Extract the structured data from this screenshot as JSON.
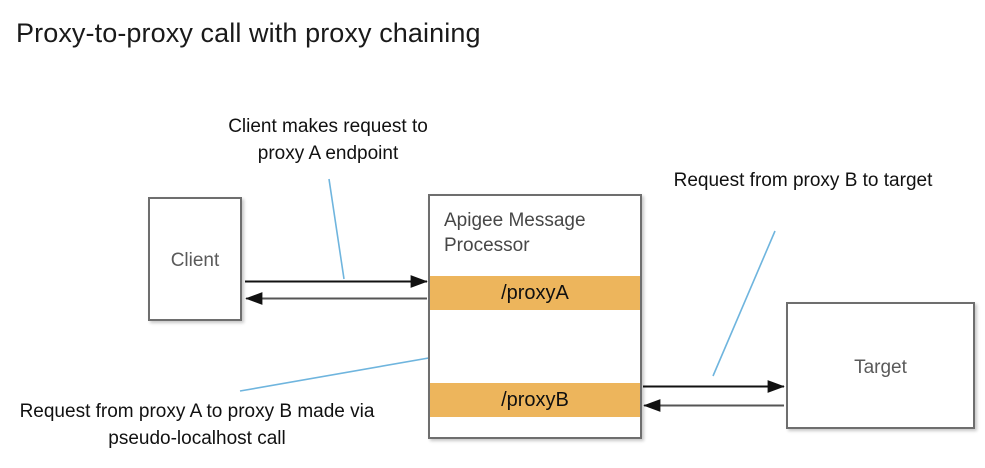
{
  "slide": {
    "title": "Proxy-to-proxy call with proxy chaining"
  },
  "nodes": {
    "client": {
      "label": "Client"
    },
    "target": {
      "label": "Target"
    },
    "message_processor": {
      "label": "Apigee Message Processor",
      "proxy_a": "/proxyA",
      "proxy_b": "/proxyB"
    }
  },
  "annotations": {
    "client_request": "Client makes request to proxy A endpoint",
    "target_request": "Request from proxy B to target",
    "chaining_call": "Request from proxy A to proxy B made via pseudo-localhost call"
  },
  "colors": {
    "proxy_band": "#edb55c",
    "box_border": "#6e6e6e",
    "node_text": "#5a5a5a",
    "arrow": "#111111",
    "leader_line": "#6fb5de",
    "title_text": "#1a1a1a",
    "annotation_text": "#111111"
  },
  "flows": [
    {
      "name": "client-to-proxya-request",
      "from": "client",
      "to": "proxyA",
      "direction": "right"
    },
    {
      "name": "proxya-to-client-response",
      "from": "proxyA",
      "to": "client",
      "direction": "left"
    },
    {
      "name": "proxya-to-proxyb-request",
      "from": "proxyA",
      "to": "proxyB",
      "direction": "down"
    },
    {
      "name": "proxyb-to-proxya-response",
      "from": "proxyB",
      "to": "proxyA",
      "direction": "up"
    },
    {
      "name": "proxyb-to-target-request",
      "from": "proxyB",
      "to": "target",
      "direction": "right"
    },
    {
      "name": "target-to-proxyb-response",
      "from": "target",
      "to": "proxyB",
      "direction": "left"
    }
  ]
}
